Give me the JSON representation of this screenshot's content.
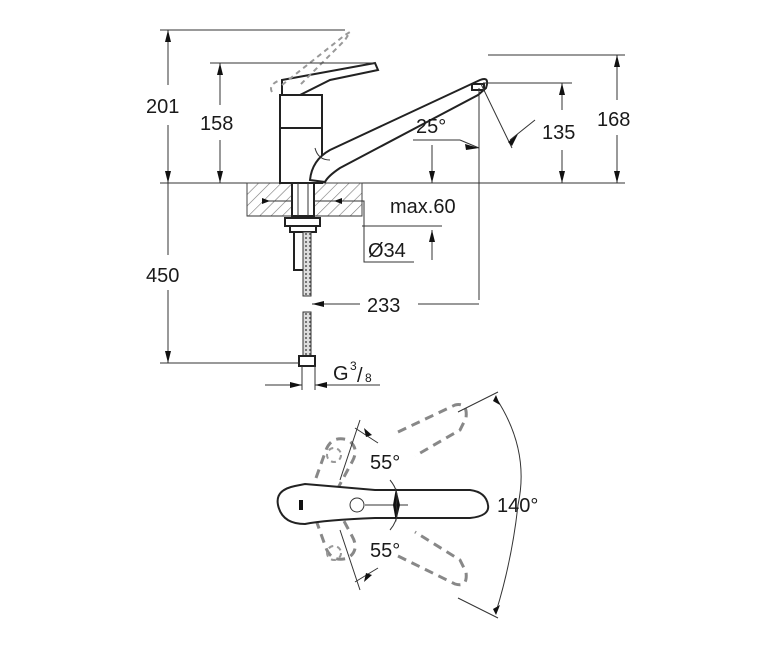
{
  "diagram": {
    "type": "faucet-dimension-drawing",
    "side_view": {
      "labels": {
        "total_height_lever_open": "201",
        "body_height": "158",
        "spout_angle": "25°",
        "spout_outlet_height": "135",
        "spout_top_height": "168",
        "max_countertop_thickness": "max.60",
        "mounting_hole_diameter": "Ø34",
        "hose_length": "450",
        "spout_reach": "233",
        "connection_thread_prefix": "G",
        "connection_thread_num": "3",
        "connection_thread_den": "8"
      }
    },
    "top_view": {
      "labels": {
        "lever_angle_up": "55°",
        "lever_angle_down": "55°",
        "spout_swivel_range": "140°"
      }
    }
  }
}
